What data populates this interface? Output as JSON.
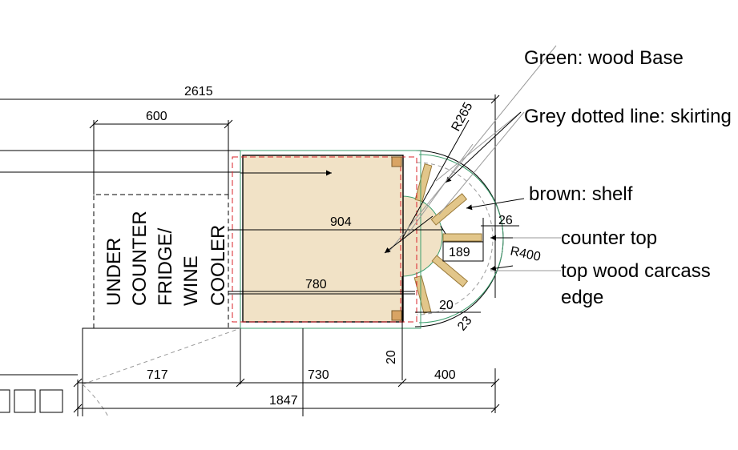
{
  "colors": {
    "base_fill": "#f1e2c6",
    "green": "#3d9e6e",
    "red": "#d9232a",
    "shelf": "#e2c68a",
    "shelf_stroke": "#9a7a3a",
    "block": "#d9a464",
    "grey_line": "#9a9a9a"
  },
  "legend": {
    "green": "Green: wood Base",
    "grey": "Grey dotted line: skirting",
    "brown": "brown: shelf",
    "counter": "counter top",
    "carcass_line1": "top wood carcass",
    "carcass_line2": "edge"
  },
  "appliance": {
    "line1": "UNDER",
    "line2": "COUNTER",
    "line3": "FRIDGE/",
    "line4": "WINE",
    "line5": "COOLER"
  },
  "dimensions": {
    "overall_top": "2615",
    "fridge_width": "600",
    "inner_depth": "904",
    "inner_width": "780",
    "radius_outer": "R265",
    "radius_400": "R400",
    "shelf_depth": "189",
    "offset_26": "26",
    "offset_20_right": "20",
    "offset_23": "23",
    "offset_20_bottom": "20",
    "bottom_717": "717",
    "bottom_730": "730",
    "bottom_400": "400",
    "bottom_total": "1847"
  }
}
